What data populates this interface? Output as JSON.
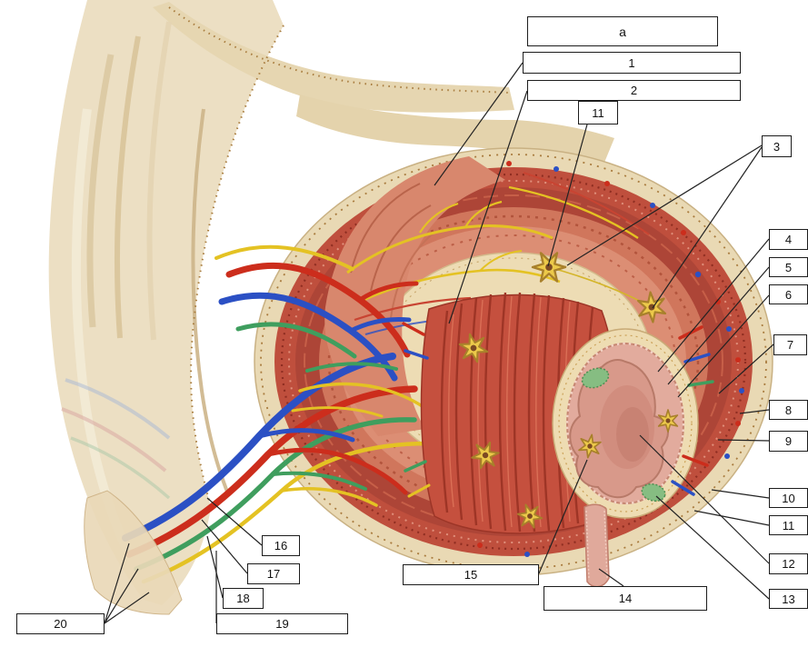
{
  "labels": {
    "a": "a",
    "l1": "1",
    "l2": "2",
    "l3": "3",
    "l4": "4",
    "l5": "5",
    "l6": "6",
    "l7": "7",
    "l8": "8",
    "l9": "9",
    "l10": "10",
    "l11_top": "11",
    "l11_right": "11",
    "l12": "12",
    "l13": "13",
    "l14": "14",
    "l15": "15",
    "l16": "16",
    "l17": "17",
    "l18": "18",
    "l19": "19",
    "l20": "20"
  },
  "colors": {
    "mesentery": "#ecdfc3",
    "serosa": "#e9d9b4",
    "stippled_layer": "#bf4f3d",
    "longitudinal_muscle": "#ad4537",
    "circular_muscle": "#d0765c",
    "submucosa": "#eddcb4",
    "mucosa": "#e2ab9d",
    "lumen": "#d8998a",
    "artery": "#cc2d1c",
    "vein": "#2b50c4",
    "lymphatic": "#3f9e5e",
    "nerve": "#e4c223",
    "ganglion": "#ecc94a",
    "label_border": "#1c1c1c",
    "label_background": "#ffffff",
    "leader_line": "#222222"
  }
}
